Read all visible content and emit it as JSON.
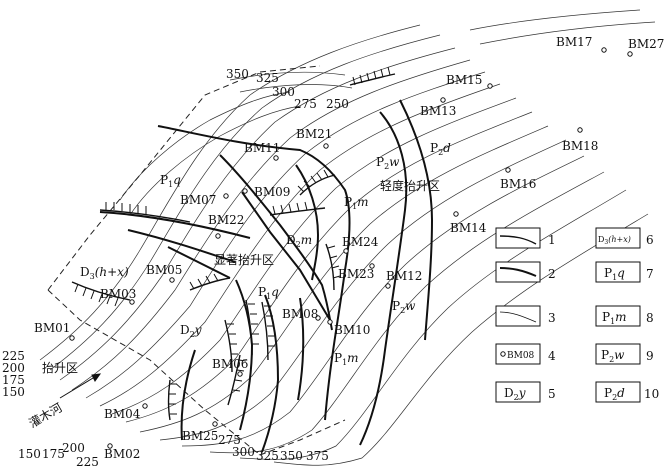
{
  "contour_labels": [
    {
      "id": "c350t",
      "text": "350"
    },
    {
      "id": "c325t",
      "text": "325"
    },
    {
      "id": "c300t",
      "text": "300"
    },
    {
      "id": "c275t",
      "text": "275"
    },
    {
      "id": "c250t",
      "text": "250"
    },
    {
      "id": "c225l",
      "text": "225"
    },
    {
      "id": "c200l",
      "text": "200"
    },
    {
      "id": "c175l",
      "text": "175"
    },
    {
      "id": "c150l",
      "text": "150"
    },
    {
      "id": "c150b",
      "text": "150"
    },
    {
      "id": "c175b",
      "text": "175"
    },
    {
      "id": "c200b",
      "text": "200"
    },
    {
      "id": "c225b",
      "text": "225"
    },
    {
      "id": "c275b",
      "text": "275"
    },
    {
      "id": "c300b",
      "text": "300"
    },
    {
      "id": "c325b",
      "text": "325"
    },
    {
      "id": "c350b",
      "text": "350"
    },
    {
      "id": "c375b",
      "text": "375"
    }
  ],
  "benchmarks": [
    {
      "id": "bm17",
      "text": "BM17"
    },
    {
      "id": "bm27",
      "text": "BM27"
    },
    {
      "id": "bm15",
      "text": "BM15"
    },
    {
      "id": "bm13",
      "text": "BM13"
    },
    {
      "id": "bm18",
      "text": "BM18"
    },
    {
      "id": "bm21",
      "text": "BM21"
    },
    {
      "id": "bm11",
      "text": "BM11"
    },
    {
      "id": "bm16",
      "text": "BM16"
    },
    {
      "id": "bm07",
      "text": "BM07"
    },
    {
      "id": "bm09",
      "text": "BM09"
    },
    {
      "id": "bm14",
      "text": "BM14"
    },
    {
      "id": "bm22",
      "text": "BM22"
    },
    {
      "id": "bm24",
      "text": "BM24"
    },
    {
      "id": "bm05",
      "text": "BM05"
    },
    {
      "id": "bm23",
      "text": "BM23"
    },
    {
      "id": "bm12",
      "text": "BM12"
    },
    {
      "id": "bm03",
      "text": "BM03"
    },
    {
      "id": "bm08",
      "text": "BM08"
    },
    {
      "id": "bm01",
      "text": "BM01"
    },
    {
      "id": "bm10",
      "text": "BM10"
    },
    {
      "id": "bm06",
      "text": "BM06"
    },
    {
      "id": "bm04",
      "text": "BM04"
    },
    {
      "id": "bm25",
      "text": "BM25"
    },
    {
      "id": "bm02",
      "text": "BM02"
    }
  ],
  "strata": [
    {
      "id": "p1q_top",
      "main": "P",
      "sub": "1",
      "tail": "q"
    },
    {
      "id": "p2w_top",
      "main": "P",
      "sub": "2",
      "tail": "w"
    },
    {
      "id": "p2d_top",
      "main": "P",
      "sub": "2",
      "tail": "d"
    },
    {
      "id": "p1m_mid",
      "main": "P",
      "sub": "1",
      "tail": "m"
    },
    {
      "id": "d2m_mid",
      "main": "D",
      "sub": "2",
      "tail": "m"
    },
    {
      "id": "p1q_mid",
      "main": "P",
      "sub": "1",
      "tail": "q"
    },
    {
      "id": "p2w_low",
      "main": "P",
      "sub": "2",
      "tail": "w"
    },
    {
      "id": "d2y_low",
      "main": "D",
      "sub": "2",
      "tail": "y"
    },
    {
      "id": "p1m_low",
      "main": "P",
      "sub": "1",
      "tail": "m"
    },
    {
      "id": "d3hx",
      "main": "D",
      "sub": "3",
      "tail": "(h+x)"
    }
  ],
  "zones": {
    "slight_uplift": "轻度抬升区",
    "significant_uplift": "显著抬升区",
    "uplift": "抬升区",
    "river": "灌木河"
  },
  "legend": [
    {
      "num": "1",
      "symbol": "fault-line"
    },
    {
      "num": "2",
      "symbol": "boundary-line"
    },
    {
      "num": "3",
      "symbol": "contour-line"
    },
    {
      "num": "4",
      "symbol": "benchmark",
      "text": "BM08"
    },
    {
      "num": "5",
      "symbol": "stratum",
      "main": "D",
      "sub": "2",
      "tail": "y"
    },
    {
      "num": "6",
      "symbol": "stratum",
      "main": "D",
      "sub": "3",
      "tail": "(h+x)"
    },
    {
      "num": "7",
      "symbol": "stratum",
      "main": "P",
      "sub": "1",
      "tail": "q"
    },
    {
      "num": "8",
      "symbol": "stratum",
      "main": "P",
      "sub": "1",
      "tail": "m"
    },
    {
      "num": "9",
      "symbol": "stratum",
      "main": "P",
      "sub": "2",
      "tail": "w"
    },
    {
      "num": "10",
      "symbol": "stratum",
      "main": "P",
      "sub": "2",
      "tail": "d"
    }
  ]
}
